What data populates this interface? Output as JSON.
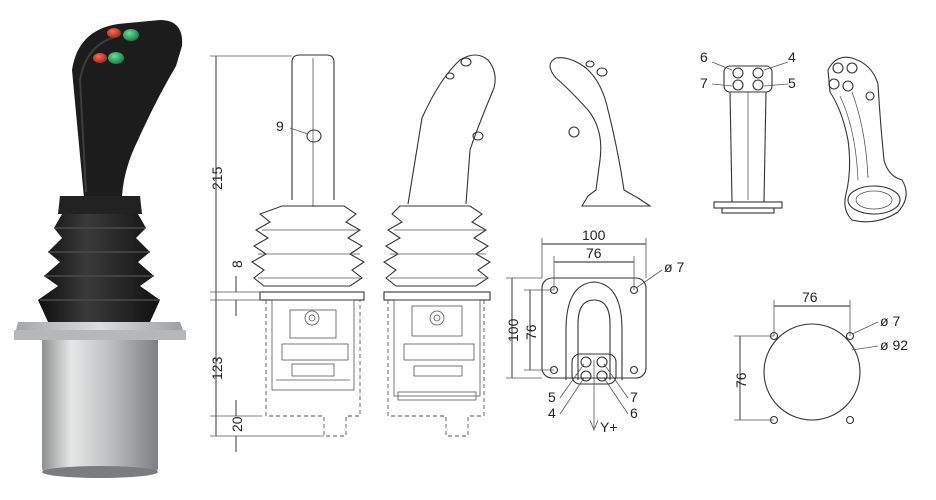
{
  "dimensions": {
    "height_total": "215",
    "boot_gap": "8",
    "lower_height": "123",
    "bottom_offset": "20",
    "flange_outer_width": "100",
    "flange_hole_spacing": "76",
    "flange_outer_height": "100",
    "flange_hole_vertical": "76",
    "mount_hole_dia": "ø 7",
    "cutout_hole_spacing": "76",
    "cutout_hole_dia": "ø 7",
    "cutout_dia": "ø 92",
    "cutout_vertical": "76"
  },
  "labels": {
    "button_front": "9",
    "top_view_5": "5",
    "top_view_4": "4",
    "top_view_7": "7",
    "top_view_6": "6",
    "axis_y": "Y+",
    "cap_6": "6",
    "cap_4": "4",
    "cap_7": "7",
    "cap_5": "5"
  },
  "colors": {
    "button_red": "#c8321e",
    "button_green": "#1f9a55",
    "handle_black": "#1c1c1c",
    "housing_silver": "#c9cacb"
  }
}
